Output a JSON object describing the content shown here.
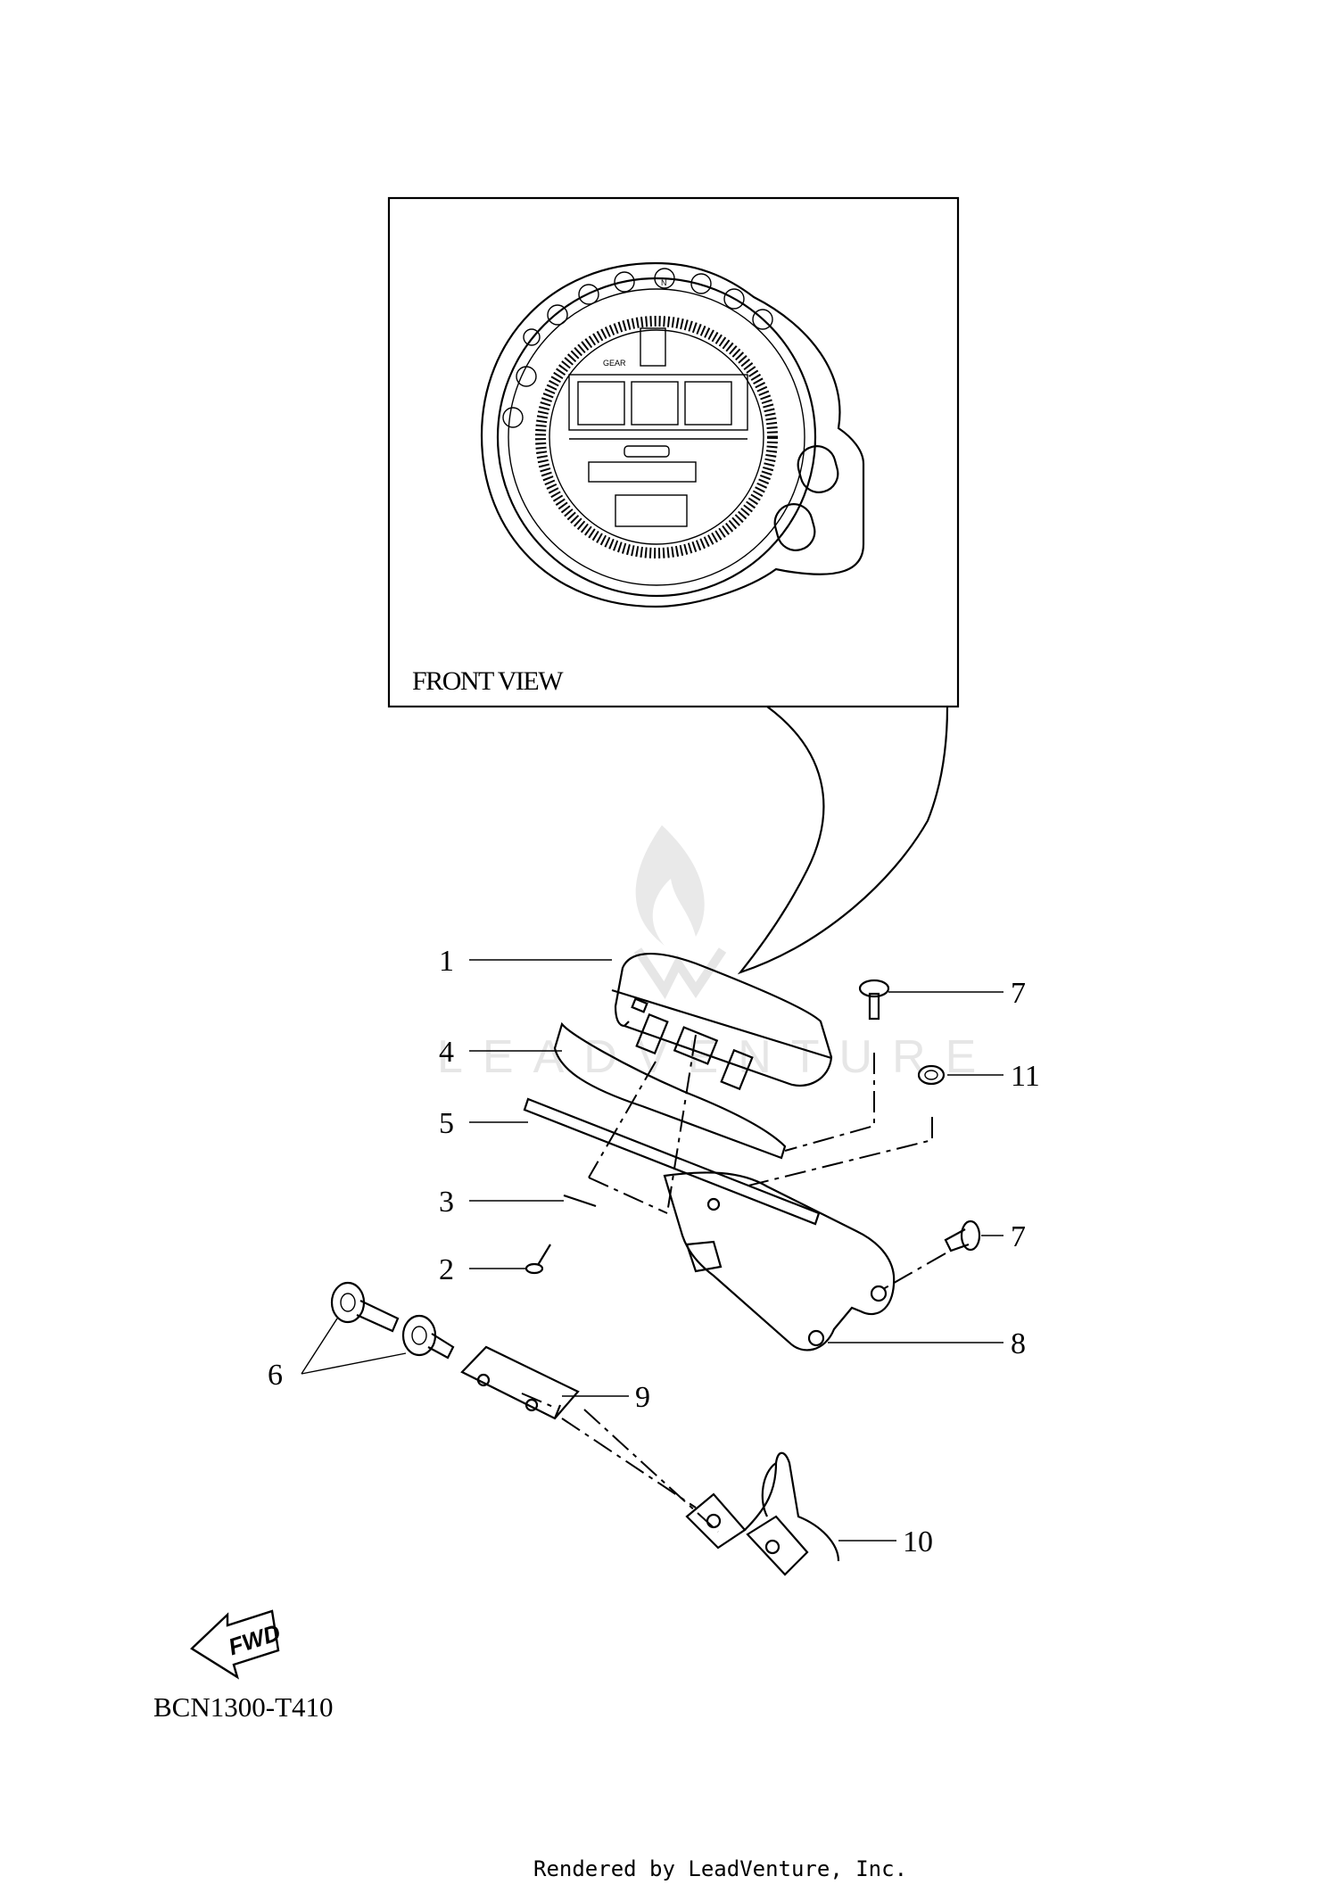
{
  "front_view_label": "FRONT VIEW",
  "diagram_code": "BCN1300-T410",
  "footer_text": "Rendered by LeadVenture, Inc.",
  "watermark_text": "LEADVENTURE",
  "fwd_label": "FWD",
  "gauge": {
    "gear_label": "GEAR"
  },
  "callouts": {
    "c1": "1",
    "c2": "2",
    "c3": "3",
    "c4": "4",
    "c5": "5",
    "c6": "6",
    "c7a": "7",
    "c7b": "7",
    "c8": "8",
    "c9": "9",
    "c10": "10",
    "c11": "11"
  }
}
